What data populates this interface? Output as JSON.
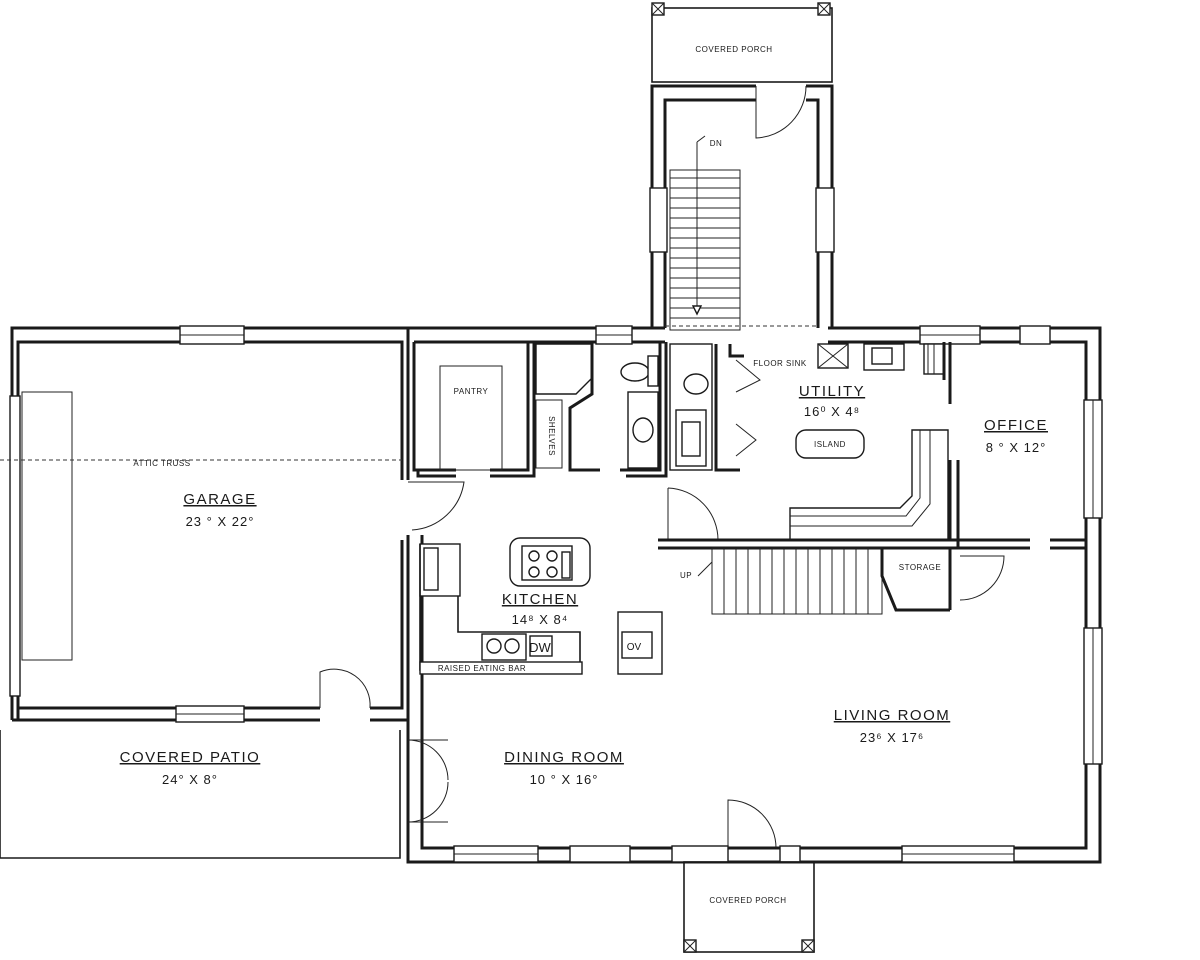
{
  "rooms": {
    "garage": {
      "name": "GARAGE",
      "dims": "23 ° X 22°"
    },
    "covered_patio": {
      "name": "COVERED PATIO",
      "dims": "24° X 8°"
    },
    "kitchen": {
      "name": "KITCHEN",
      "dims": "14⁸ X 8⁴"
    },
    "dining_room": {
      "name": "DINING ROOM",
      "dims": "10 ° X 16°"
    },
    "living_room": {
      "name": "LIVING ROOM",
      "dims": "23⁶ X 17⁶"
    },
    "utility": {
      "name": "UTILITY",
      "dims": "16⁰ X 4⁸"
    },
    "office": {
      "name": "OFFICE",
      "dims": "8 ° X 12°"
    }
  },
  "labels": {
    "covered_porch_top": "COVERED PORCH",
    "covered_porch_bottom": "COVERED PORCH",
    "pantry": "PANTRY",
    "shelves": "SHELVES",
    "floor_sink": "FLOOR SINK",
    "island": "ISLAND",
    "storage": "STORAGE",
    "attic_truss": "ATTIC TRUSS",
    "raised_eating_bar": "RAISED EATING BAR",
    "dn": "DN",
    "up": "UP",
    "dw": "DW",
    "ov": "OV"
  }
}
